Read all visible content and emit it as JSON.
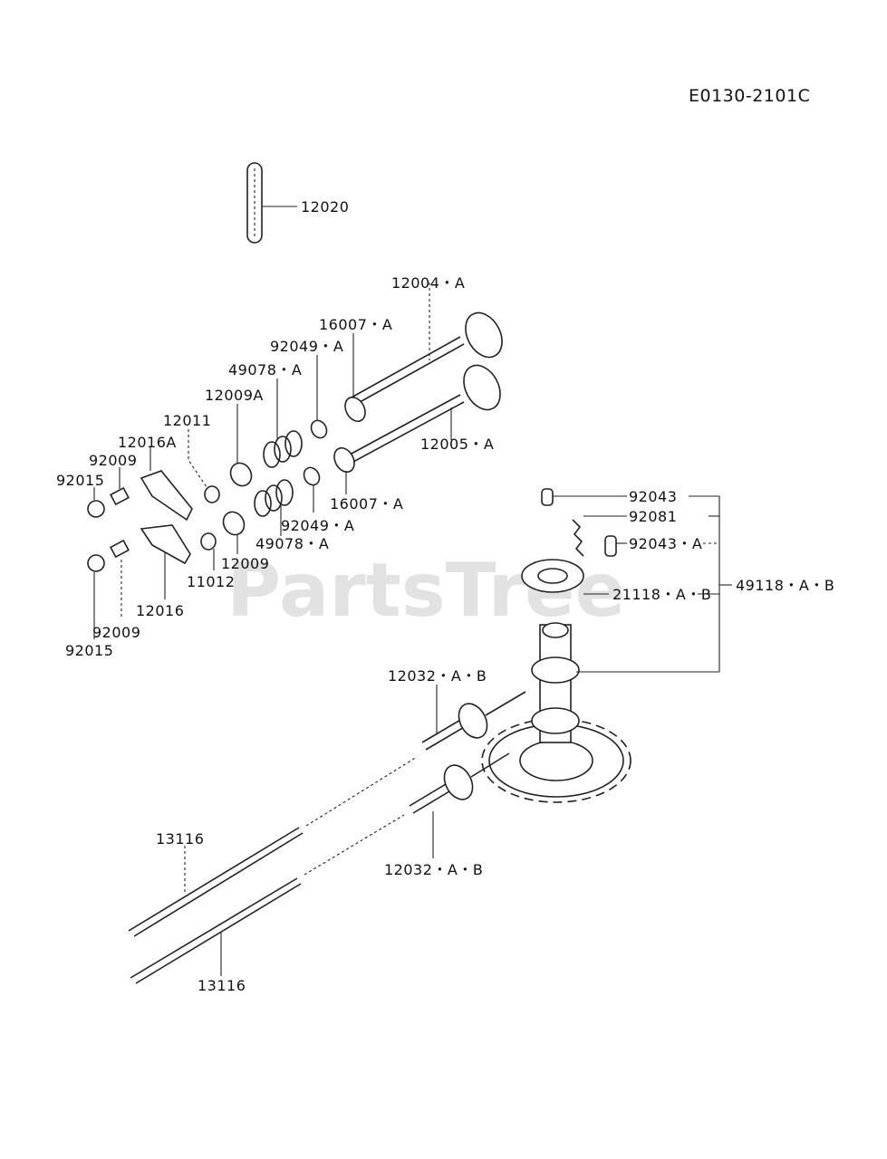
{
  "diagram_code": "E0130-2101C",
  "watermark": "PartsTree",
  "labels": {
    "l12020": "12020",
    "l12004A": "12004・A",
    "l16007A_top": "16007・A",
    "l92049A_top": "92049・A",
    "l49078A_top": "49078・A",
    "l12009A": "12009A",
    "l12011": "12011",
    "l12016A": "12016A",
    "l92009_top": "92009",
    "l92015_top": "92015",
    "l12005A": "12005・A",
    "l16007A_bot": "16007・A",
    "l92049A_bot": "92049・A",
    "l49078A_bot": "49078・A",
    "l12009": "12009",
    "l11012": "11012",
    "l12016": "12016",
    "l92009_bot": "92009",
    "l92015_bot": "92015",
    "l92043": "92043",
    "l92081": "92081",
    "l92043A": "92043・A",
    "l21118AB": "21118・A・B",
    "l49118AB": "49118・A・B",
    "l12032AB_top": "12032・A・B",
    "l12032AB_bot": "12032・A・B",
    "l13116_top": "13116",
    "l13116_bot": "13116"
  }
}
